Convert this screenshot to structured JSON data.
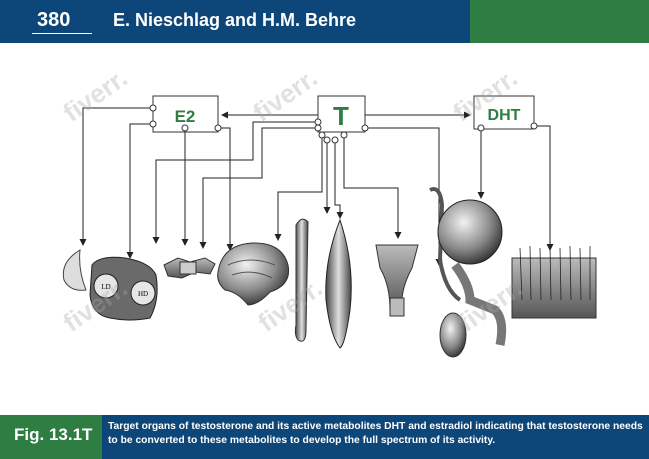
{
  "header": {
    "page_number": "380",
    "authors": "E. Nieschlag and H.M. Behre"
  },
  "diagram": {
    "boxes": {
      "e2": "E2",
      "t": "T",
      "dht": "DHT"
    },
    "organ_labels": {
      "ld": "LD",
      "hd": "HD"
    }
  },
  "footer": {
    "fig_label": "Fig. 13.1T",
    "caption": "Target organs of testosterone and its active metabolites DHT and estradiol indicating that testosterone needs to be converted to these metabolites to develop the full spectrum of its activity."
  },
  "watermark": {
    "text": "fiverr."
  },
  "colors": {
    "header_blue": "#0d4679",
    "accent_green": "#2e7d43",
    "box_text_green": "#2e7d43"
  }
}
